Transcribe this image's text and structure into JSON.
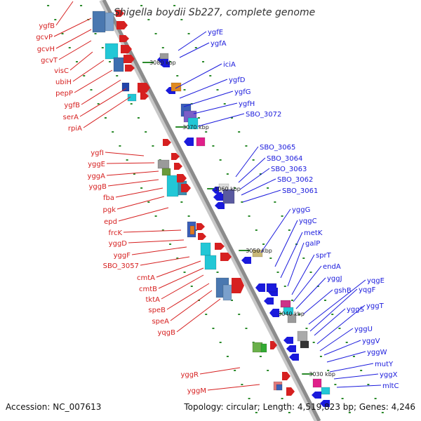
{
  "title": "Shigella boydii Sb227, complete genome",
  "footer": {
    "accession": "Accession: NC_007613",
    "summary": "Topology: circular; Length: 4,519,823 bp; Genes: 4,246"
  },
  "colors": {
    "left_strand": "#d62020",
    "right_strand": "#1a1adc",
    "backbone": "#8c8c8c",
    "tick": "#2a8a2a"
  },
  "ruler_labels": [
    "3080 kbp",
    "3070 kbp",
    "3060 kbp",
    "3050 kbp",
    "3040 kbp",
    "3030 kbp"
  ],
  "left_labels": [
    "ygfB",
    "gcvP",
    "gcvH",
    "gcvT",
    "visC",
    "ubiH",
    "pepP",
    "ygfB",
    "serA",
    "rpiA",
    "ygfI",
    "yggE",
    "yggA",
    "yggB",
    "fba",
    "pgk",
    "epd",
    "frcK",
    "yggD",
    "yggF",
    "SBO_3057",
    "cmtA",
    "cmtB",
    "tktA",
    "speB",
    "speA",
    "yqgB",
    "yggR",
    "yggM"
  ],
  "right_labels": [
    "ygfE",
    "ygfA",
    "iciA",
    "ygfD",
    "ygfG",
    "ygfH",
    "SBO_3072",
    "SBO_3065",
    "SBO_3064",
    "SBO_3063",
    "SBO_3062",
    "SBO_3061",
    "yggG",
    "yqgC",
    "metK",
    "galP",
    "sprT",
    "endA",
    "yggJ",
    "gshB",
    "yqgE",
    "yqgF",
    "yggS",
    "yggT",
    "yggU",
    "yggV",
    "yggW",
    "mutY",
    "yggX",
    "mltC"
  ]
}
